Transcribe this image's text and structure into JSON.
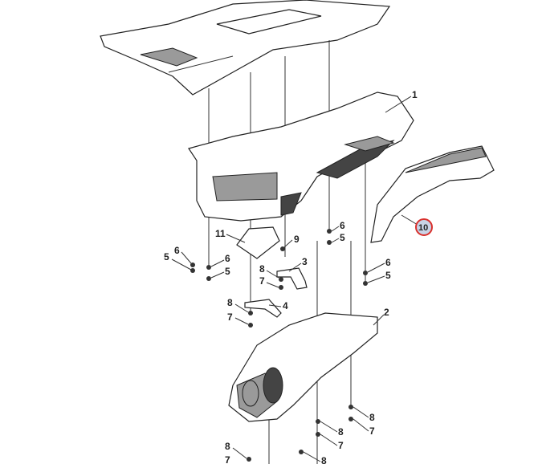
{
  "diagram": {
    "callouts": [
      "1",
      "10",
      "6",
      "5",
      "11",
      "9",
      "6",
      "5",
      "6",
      "5",
      "3",
      "8",
      "7",
      "6",
      "5",
      "8",
      "4",
      "7",
      "2",
      "8",
      "7",
      "8",
      "7",
      "8",
      "7",
      "8"
    ],
    "highlighted_callout": "10",
    "highlight_color": "#d9302c",
    "highlight_fill": "#c9d3e6"
  }
}
